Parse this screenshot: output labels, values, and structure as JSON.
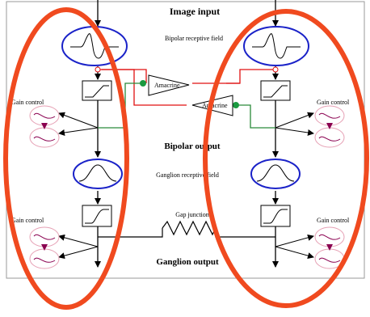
{
  "labels": {
    "image_input": "Image input",
    "bipolar_rf": "Bipolar receptive field",
    "amacrine_top": "Amacrine",
    "amacrine_bottom": "Amacrine",
    "gain_control_ul": "Gain control",
    "gain_control_ur": "Gain control",
    "bipolar_output": "Bipolar output",
    "ganglion_rf": "Ganglion receptive field",
    "gain_control_ll": "Gain control",
    "gain_control_lr": "Gain control",
    "gap_junction": "Gap junction",
    "ganglion_output": "Ganglion output"
  },
  "colors": {
    "highlight_ellipse": "#f04a1f",
    "receptive_field_ellipse": "#1a22c8",
    "gain_circle": "#e6a0b4",
    "gain_arrow": "#8a0050",
    "red_wire": "#e01010",
    "green_wire": "#2a8a3a",
    "synapse_dot": "#1a9a40"
  }
}
